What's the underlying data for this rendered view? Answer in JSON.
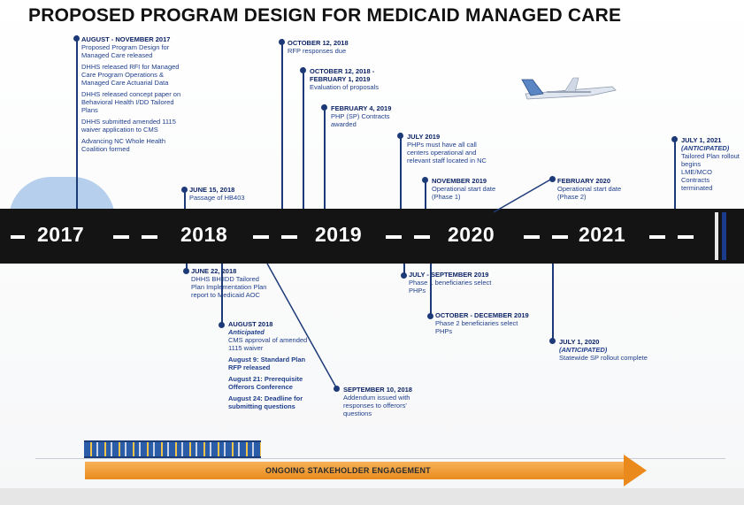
{
  "title": "PROPOSED PROGRAM DESIGN FOR MEDICAID MANAGED CARE",
  "years": [
    "2017",
    "2018",
    "2019",
    "2020",
    "2021"
  ],
  "events_above": [
    {
      "date": "AUGUST - NOVEMBER 2017",
      "lines": [
        "Proposed Program Design for Managed Care released",
        "DHHS released RFI for Managed Care Program Operations & Managed Care Actuarial Data",
        "DHHS released concept paper on Behavioral Health I/DD Tailored Plans",
        "DHHS submitted amended 1115 waiver application to CMS",
        "Advancing NC Whole Health Coalition formed"
      ]
    },
    {
      "date": "JUNE 15, 2018",
      "lines": [
        "Passage of HB403"
      ]
    },
    {
      "date": "OCTOBER 12, 2018",
      "lines": [
        "RFP responses due"
      ]
    },
    {
      "date": "OCTOBER 12, 2018 - FEBRUARY 1, 2019",
      "lines": [
        "Evaluation of proposals"
      ]
    },
    {
      "date": "FEBRUARY 4, 2019",
      "lines": [
        "PHP (SP) Contracts awarded"
      ]
    },
    {
      "date": "JULY 2019",
      "lines": [
        "PHPs must have all call centers operational and relevant staff located in NC"
      ]
    },
    {
      "date": "NOVEMBER 2019",
      "lines": [
        "Operational start date (Phase 1)"
      ]
    },
    {
      "date": "FEBRUARY 2020",
      "lines": [
        "Operational start date (Phase 2)"
      ]
    },
    {
      "date": "JULY 1, 2021",
      "note": "(ANTICIPATED)",
      "lines": [
        "Tailored Plan rollout begins",
        "LME/MCO Contracts terminated"
      ]
    }
  ],
  "events_below": [
    {
      "date": "JUNE 22, 2018",
      "lines": [
        "DHHS BH IDD Tailored Plan Implementation Plan report to Medicaid AOC"
      ]
    },
    {
      "date": "AUGUST 2018",
      "note": "Anticipated",
      "lines": [
        "CMS approval of amended 1115 waiver",
        "August 9: Standard Plan RFP released",
        "August 21: Prerequisite Offerors Conference",
        "August 24: Deadline for submitting questions"
      ]
    },
    {
      "date": "SEPTEMBER 10, 2018",
      "lines": [
        "Addendum issued with responses to offerors' questions"
      ]
    },
    {
      "date": "JULY - SEPTEMBER 2019",
      "lines": [
        "Phase 1 beneficiaries select PHPs"
      ]
    },
    {
      "date": "OCTOBER - DECEMBER 2019",
      "lines": [
        "Phase 2 beneficiaries select PHPs"
      ]
    },
    {
      "date": "JULY 1, 2020",
      "note": "(ANTICIPATED)",
      "lines": [
        "Statewide SP rollout complete"
      ]
    }
  ],
  "engagement_label": "ONGOING STAKEHOLDER ENGAGEMENT",
  "colors": {
    "band": "#141414",
    "timeline_text": "#1f3f8c",
    "arrow": "#ea8a1c"
  }
}
